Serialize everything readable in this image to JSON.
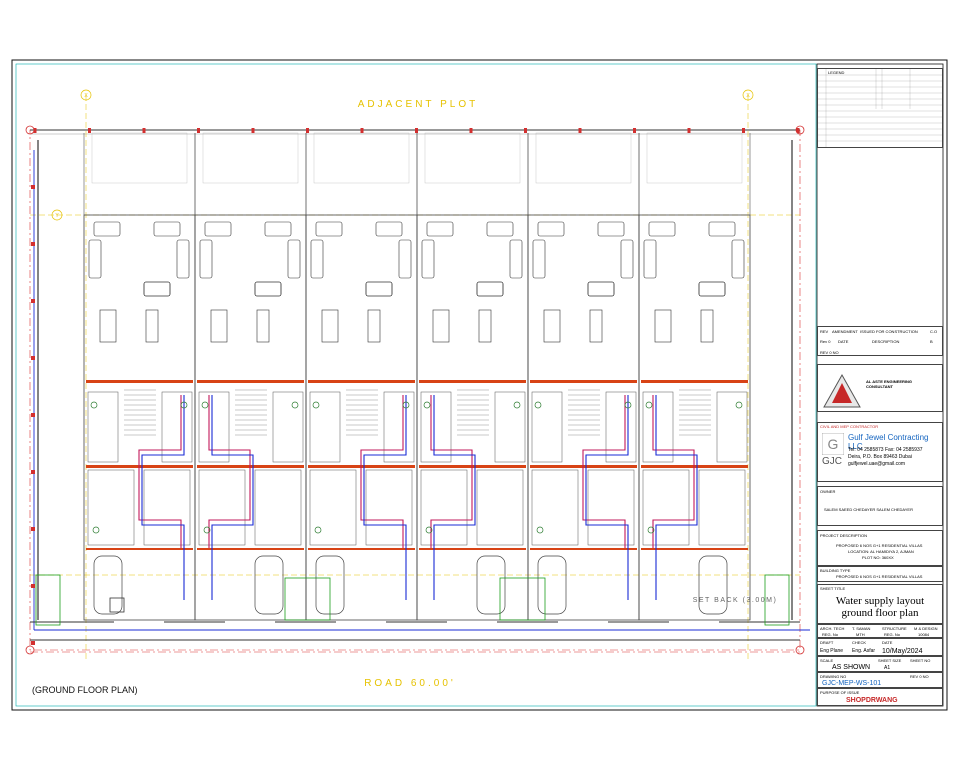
{
  "drawing": {
    "adjacent_plot_label": "ADJACENT PLOT",
    "road_label": "ROAD 60.00'",
    "setback_label": "SET BACK (3.00M)",
    "plan_label": "(GROUND FLOOR PLAN)",
    "grid_markers": [
      "X",
      "X",
      "Y"
    ],
    "villa_count": 6
  },
  "title_block": {
    "legend_header": "LEGEND",
    "rev_table_headers": [
      "REV",
      "AMENDMENT",
      "ISSUED FOR CONSTRUCTION",
      "C.O"
    ],
    "rev_row": [
      "Rev 0",
      "DATE",
      "DESCRIPTION",
      "B"
    ],
    "rev_label": "REV 0 NO",
    "consultant_logo_text": "AL ASTE ENGINEERING CONSULTANT",
    "contractor_header": "CIVIL AND MEP CONTRACTOR",
    "contractor_name": "Gulf Jewel Contracting LLC",
    "contractor_abbr": "GJC",
    "contractor_tel": "Tel: 04 2585873 Fax: 04 2585937",
    "contractor_address": "Deira, P.O. Box 89463 Dubai",
    "contractor_email": "gulfjewel.uae@gmail.com",
    "owner_label": "OWNER",
    "owner_name": "SALEM SAEED CHEDAYER SALEM CHEDAYER",
    "project_label": "PROJECT DESCRIPTION",
    "project_desc_1": "PROPOSED 6 NOS G+1 RESIDENTIAL VILLAS",
    "project_desc_2": "LOCATION: AL HAMIDIYA 2, AJMAN",
    "project_desc_3": "PLOT NO: 360XX",
    "building_label": "BUILDING TYPE",
    "building_desc": "PROPOSED 6 NOS G+1 RESIDENTIAL VILLAS",
    "sheet_title_label": "SHEET TITLE",
    "sheet_title_1": "Water supply layout",
    "sheet_title_2": "ground floor plan",
    "row1_headers": [
      "ARCH. TECH",
      "T. SAMAN",
      "STRUCTURE",
      "M & DESIGN"
    ],
    "row1_values": [
      "REG. No",
      "MTH",
      "REG. No",
      "10084"
    ],
    "row2_headers": [
      "DRAFT",
      "CHECK",
      "DATE"
    ],
    "row2_values": [
      "Eng Plane",
      "Eng. Asfar",
      "10/May/2024"
    ],
    "scale_label": "SCALE",
    "scale_value": "AS SHOWN",
    "sheet_size_label": "SHEET SIZE",
    "sheet_size_value": "A1",
    "sheet_no_label": "SHEET NO",
    "drawing_no_label": "DRAWING NO",
    "drawing_no_value": "GJC-MEP-WS-101",
    "rev_no_label": "REV 0 NO",
    "purpose_label": "PURPOSE OF ISSUE",
    "purpose_value": "SHOPDRWANG"
  }
}
